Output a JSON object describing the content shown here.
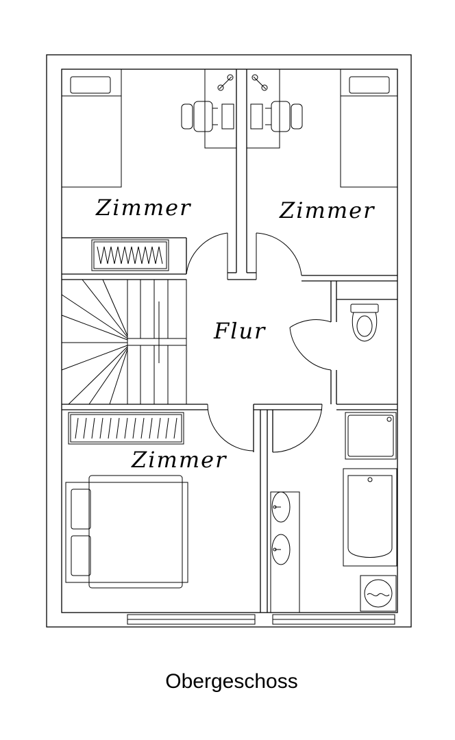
{
  "plan": {
    "caption": "Obergeschoss",
    "rooms": {
      "bedroom_top_left": "Zimmer",
      "bedroom_top_right": "Zimmer",
      "hallway": "Flur",
      "bedroom_bottom": "Zimmer"
    },
    "icons": [
      "single-bed-icon",
      "desk-chair-icon",
      "lamp-icon",
      "wardrobe-icon",
      "staircase-icon",
      "toilet-icon",
      "shower-icon",
      "bathtub-icon",
      "sink-icon",
      "washing-machine-icon",
      "double-bed-icon",
      "window-icon",
      "door-swing-icon"
    ]
  }
}
